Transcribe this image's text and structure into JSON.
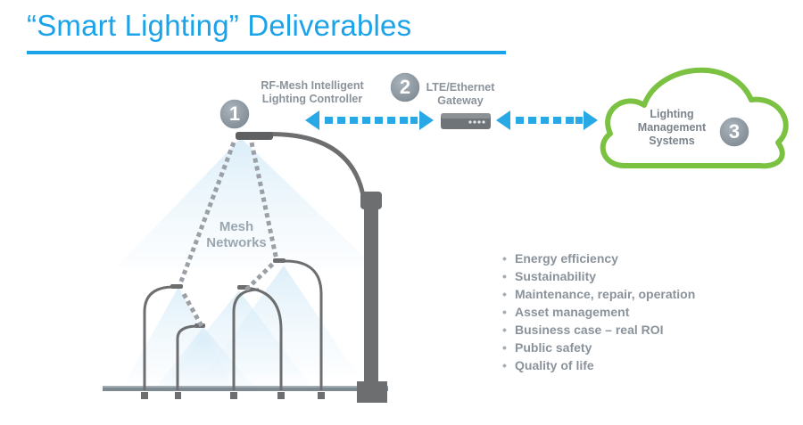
{
  "slide": {
    "title": "“Smart Lighting” Deliverables"
  },
  "nodes": {
    "controller": {
      "number": "1",
      "label_line1": "RF-Mesh Intelligent",
      "label_line2": "Lighting Controller"
    },
    "gateway": {
      "number": "2",
      "label_line1": "LTE/Ethernet",
      "label_line2": "Gateway"
    },
    "management": {
      "number": "3",
      "label_line1": "Lighting",
      "label_line2": "Management",
      "label_line3": "Systems"
    }
  },
  "mesh": {
    "line1": "Mesh",
    "line2": "Networks"
  },
  "benefits": [
    "Energy efficiency",
    "Sustainability",
    "Maintenance, repair, operation",
    "Asset management",
    "Business case – real ROI",
    "Public safety",
    "Quality of life"
  ],
  "colors": {
    "accent_blue": "#1aa3e8",
    "arrow_blue": "#29a8e6",
    "cloud_green": "#7cc242",
    "badge_gray": "#8e9aa3",
    "pole_gray": "#6d6e70",
    "text_gray": "#8a939b"
  },
  "icons": {
    "bullet": "•"
  }
}
